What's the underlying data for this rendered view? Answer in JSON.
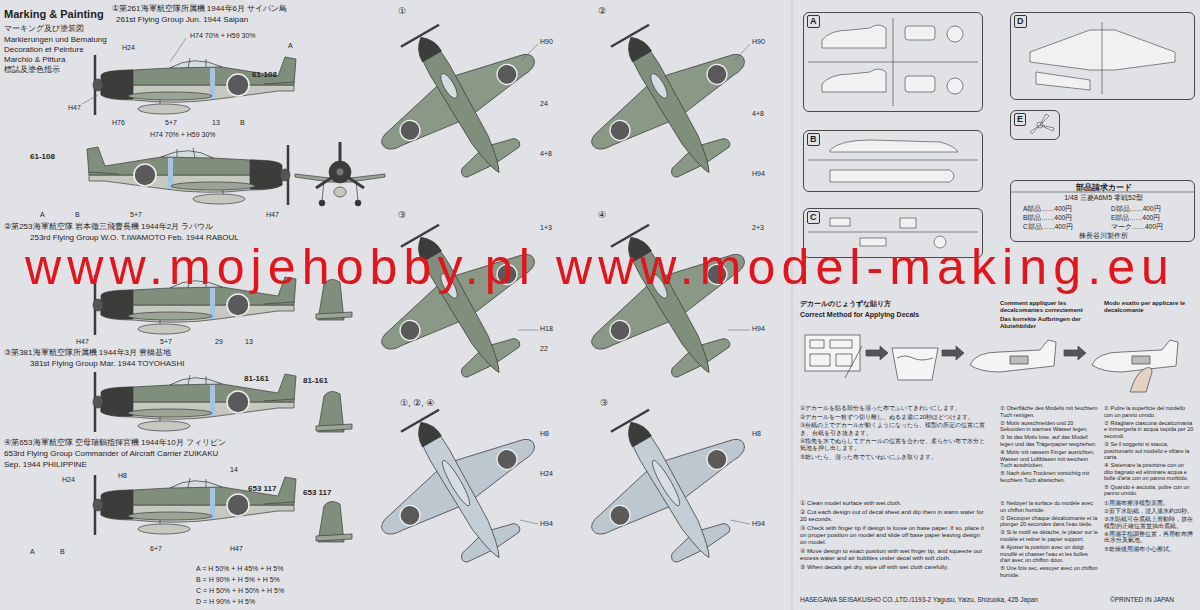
{
  "diagram": {
    "title": "Marking & Painting",
    "nodes": [
      {
        "text": [
          "A"
        ]
      },
      {
        "text": [
          "B"
        ]
      },
      {
        "text": [
          "C"
        ]
      },
      {
        "text": [
          "D"
        ]
      },
      {
        "text": [
          "E"
        ]
      },
      {
        "text": [
          "部品請求カード",
          "1/48 三菱A6M5 零戦52型",
          "A部品……400円",
          "D部品……400円",
          "B部品……400円",
          "E部品……400円",
          "C部品……400円",
          "マーク……400円",
          "株長谷川製作所"
        ]
      }
    ],
    "labels": [
      "マーキング及び塗装図",
      "Markierungen und Bemalung",
      "Decoration et Peinture",
      "Marchio & Pittura",
      "標誌及塗色指示",
      "①第261海軍航空隊所属機 1944年6月 サイパン島",
      "261st Flying Group Jun. 1944 Saipan",
      "H74 70% + H59 30%",
      "A",
      "H24",
      "61-108",
      "H47",
      "H76",
      "5+7",
      "13",
      "B",
      "H74 70% + H59 30%",
      "61-108",
      "H47",
      "A",
      "B",
      "5+7",
      "②第253海軍航空隊 岩本徹三飛曹長機 1944年2月 ラバウル",
      "253rd Flying Group W.O. T.IWAMOTO Feb. 1944 RABOUL",
      "H47",
      "5+7",
      "29",
      "13",
      "③第381海軍航空隊所属機 1944年3月 豊橋基地",
      "381st Flying Group Mar. 1944 TOYOHASHI",
      "81-161",
      "81-161",
      "④第653海軍航空隊 空母瑞鶴指揮官機 1944年10月 フィリピン",
      "653rd Flying Group Commander of Aircraft Carrier ZUIKAKU",
      "Sep. 1944 PHILIPPINE",
      "H24",
      "H8",
      "14",
      "653 117",
      "653 117",
      "A",
      "B",
      "6+7",
      "H47",
      "A = H 50% + H 45% + H 5%",
      "B = H 90% + H 5% + H 5%",
      "C = H 50% + H 50% + H 5%",
      "D = H 90% + H 5%",
      "①",
      "②",
      "③",
      "④",
      "①, ②, ④",
      "③",
      "H90",
      "24",
      "4+8",
      "H90",
      "4+8",
      "H94",
      "1+3",
      "H18",
      "22",
      "2+3",
      "H94",
      "H8",
      "H24",
      "H94",
      "H8",
      "H94",
      "デカールのじょうずな貼り方",
      "Correct Method for Applying Decals",
      "Comment appliquer les decalcomanies correctement",
      "Das korrekte Aufbringen der Abziehbilder",
      "Modo esatto per applicare le decalcomanie",
      "①デカールを貼る部分を湿った布でふいてきれいにします。",
      "②デカールを一枚ずつ切り離し、ぬるま湯に20秒ほどつけます。",
      "③台紙の上でデカールが動くようになったら、模型の所定の位置に置き、台紙を引き抜きます。",
      "④指先を水でぬらしてデカールの位置を合わせ、柔らかい布で水分と気泡を押し出します。",
      "⑤乾いたら、湿った布でていねいにふき取ります。",
      "① Clean model surface with wet cloth.",
      "② Cut each design out of decal sheet and dip them in warm water for 20 seconds.",
      "③ Check with finger tip if design is loose on base paper. If so, place it on proper position on model and slide off base paper leaving design on model.",
      "④ Move design to exact position with wet finger tip, and squeeze out excess water and air bubbles under decal with soft cloth.",
      "⑤ When decals get dry, wipe off with wet cloth carefully.",
      "① Oberfläche des Modells mit feuchtem Tuch reinigen.",
      "② Motiv ausschneiden und 20 Sekunden in warmes Wasser legen.",
      "③ Ist das Motiv lose, auf das Modell legen und das Trägerpapier wegziehen.",
      "④ Motiv mit nassem Finger ausrichten, Wasser und Luftblasen mit weichem Tuch ausdrücken.",
      "⑤ Nach dem Trocknen vorsichtig mit feuchtem Tuch abwischen.",
      "① Nettoyer la surface du modèle avec un chiffon humide.",
      "② Découper chaque décalcomanie et la plonger 20 secondes dans l'eau tiède.",
      "③ Si le motif se détache, le placer sur le modèle et retirer le papier support.",
      "④ Ajuster la position avec un doigt mouillé et chasser l'eau et les bulles d'air avec un chiffon doux.",
      "⑤ Une fois sec, essuyer avec un chiffon humide.",
      "① Pulire la superficie del modello con un panno umido.",
      "② Ritagliare ciascuna decalcomania e immergerla in acqua tiepida per 20 secondi.",
      "③ Se il soggetto si stacca, posizionarlo sul modello e sfilare la carta.",
      "④ Sistemare la posizione con un dito bagnato ed eliminare acqua e bolle d'aria con un panno morbido.",
      "⑤ Quando è asciutta, pulire con un panno umido.",
      "①用濕布擦淨模型表面。",
      "②剪下水貼紙，浸入溫水約20秒。",
      "③水貼紙可在底紙上滑動時，放在模型的正確位置並抽出底紙。",
      "④用濕手指調整位置，再用軟布擠出水分及氣泡。",
      "⑤乾燥後用濕布小心擦拭。",
      "HASEGAWA SEISAKUSHO CO.,LTD./1193-2 Yagusu, Yaizu, Shizuoka, 425 Japan",
      "©PRINTED IN JAPAN",
      "www.mojehobby.pl www.model-making.eu"
    ]
  }
}
